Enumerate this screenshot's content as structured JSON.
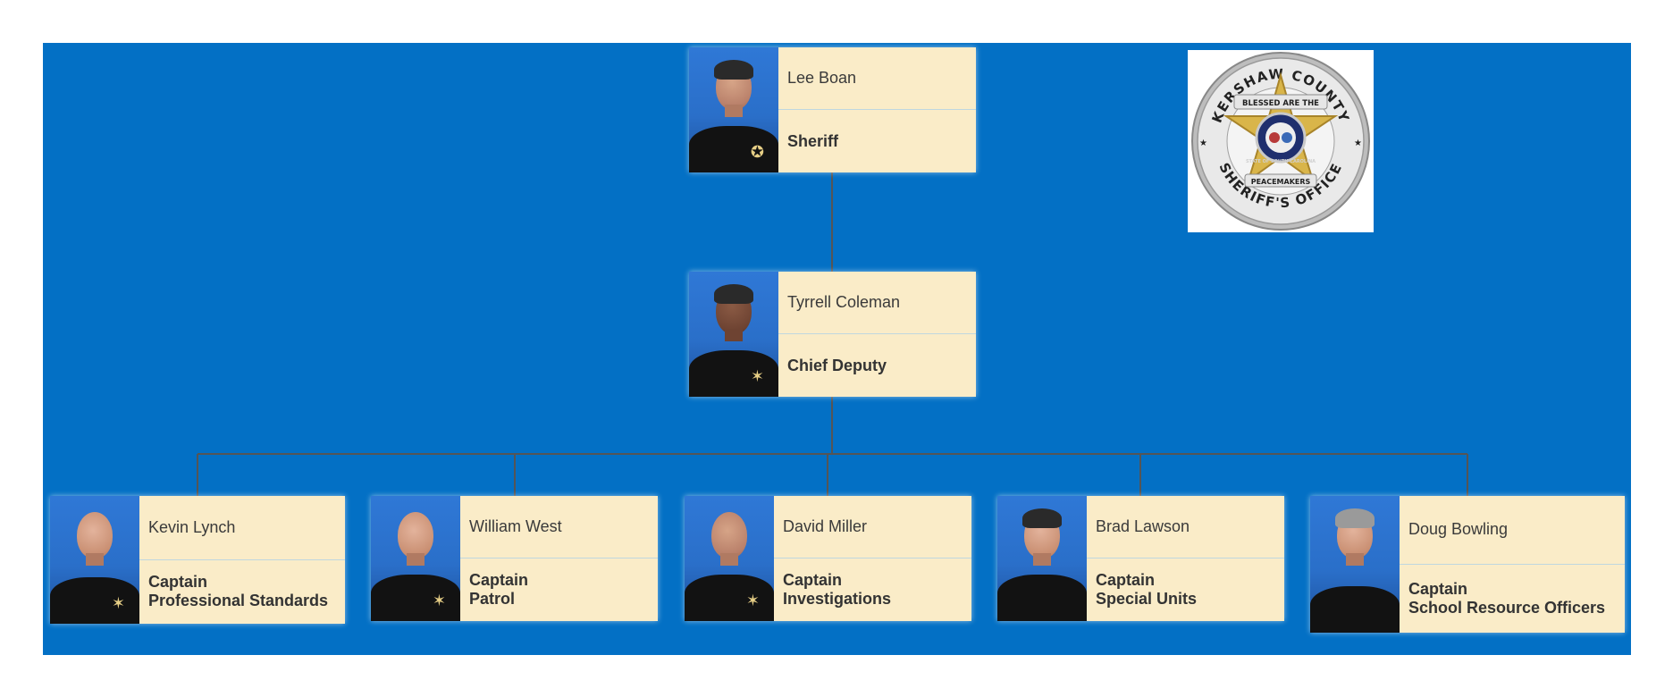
{
  "org": {
    "sheriff": {
      "name": "Lee Boan",
      "title_line1": "Sheriff",
      "title_line2": ""
    },
    "chief_deputy": {
      "name": "Tyrrell Coleman",
      "title_line1": "Chief Deputy",
      "title_line2": ""
    },
    "captains": [
      {
        "name": "Kevin Lynch",
        "title_line1": "Captain",
        "title_line2": "Professional Standards"
      },
      {
        "name": "William West",
        "title_line1": "Captain",
        "title_line2": "Patrol"
      },
      {
        "name": "David Miller",
        "title_line1": "Captain",
        "title_line2": "Investigations"
      },
      {
        "name": "Brad Lawson",
        "title_line1": "Captain",
        "title_line2": "Special Units"
      },
      {
        "name": "Doug Bowling",
        "title_line1": "Captain",
        "title_line2": "School Resource Officers"
      }
    ]
  },
  "badge": {
    "top_text": "KERSHAW COUNTY",
    "bottom_text": "SHERIFF'S OFFICE",
    "banner_text": "BLESSED ARE THE",
    "lower_banner_text": "PEACEMAKERS",
    "seal_text": "STATE OF SOUTH CAROLINA"
  },
  "colors": {
    "background": "#0370c5",
    "card": "#faecc8",
    "connector": "#555555",
    "badge_gold": "#d9b54a",
    "badge_navy": "#1f2f6e"
  }
}
